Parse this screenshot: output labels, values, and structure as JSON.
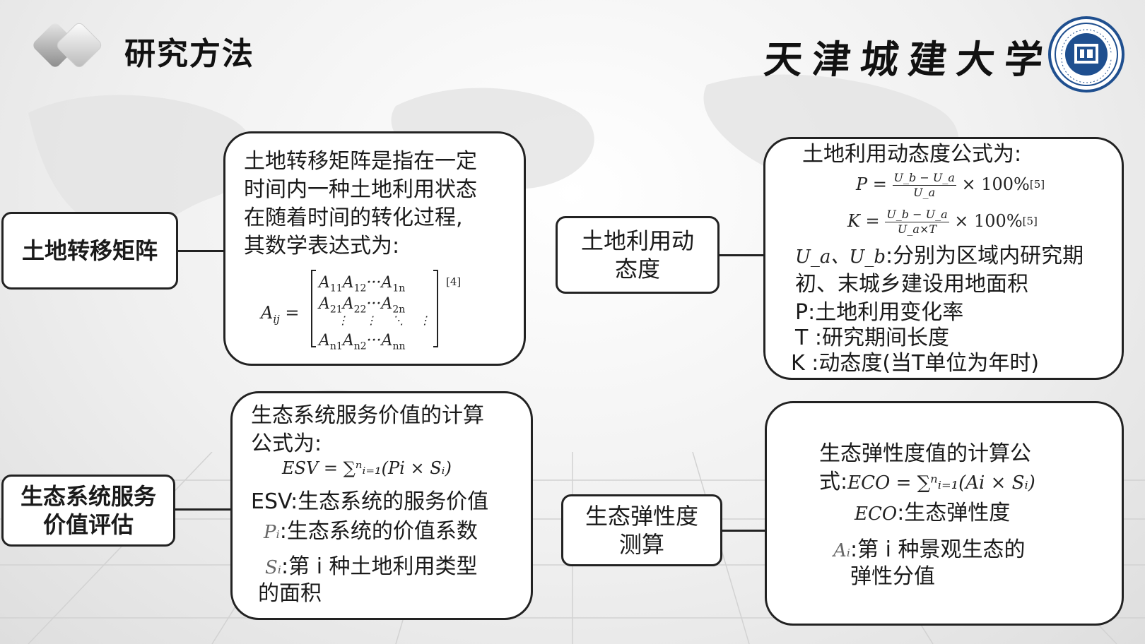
{
  "header": {
    "title": "研究方法",
    "university": "天津城建大学"
  },
  "sections": {
    "matrix": {
      "label": "土地转移矩阵",
      "lines": [
        "土地转移矩阵是指在一定",
        "时间内一种土地利用状态",
        "在随着时间的转化过程,",
        "其数学表达式为:"
      ],
      "formula_lhs": "A",
      "formula_lhs_sub": "ij",
      "formula_ref": "[4]",
      "matrix_rows": [
        [
          "A",
          "11",
          "A",
          "12",
          "···",
          "A",
          "1n"
        ],
        [
          "A",
          "21",
          "A",
          "22",
          "···",
          "A",
          "2n"
        ],
        [
          "A",
          "n1",
          "A",
          "n2",
          "···",
          "A",
          "nn"
        ]
      ]
    },
    "dynamic": {
      "label": "土地利用动态度",
      "label_lines": [
        "土地利用动",
        "态度"
      ],
      "intro": "土地利用动态度公式为:",
      "formula_p_lhs": "P =",
      "formula_p_num": "U_b − U_a",
      "formula_p_den": "U_a",
      "formula_p_tail": "× 100%",
      "formula_p_ref": "[5]",
      "formula_k_lhs": "K =",
      "formula_k_num": "U_b − U_a",
      "formula_k_den": "U_a×T",
      "formula_k_tail": "× 100%",
      "formula_k_ref": "[5]",
      "def_u_sym": "U_a、U_b",
      "def_u_text": ":分别为区域内研究期",
      "def_u_text2": "初、末城乡建设用地面积",
      "def_p": "P:土地利用变化率",
      "def_t": "T :研究期间长度",
      "def_k": "K :动态度(当T单位为年时)"
    },
    "esv": {
      "label_lines": [
        "生态系统服务",
        "价值评估"
      ],
      "intro_lines": [
        "生态系统服务价值的计算",
        "公式为:"
      ],
      "formula": "ESV = ∑ⁿᵢ₌₁(Pi × Sᵢ)",
      "def_esv": "ESV:生态系统的服务价值",
      "def_pi_sym": "Pᵢ",
      "def_pi_text": ":生态系统的价值系数",
      "def_si_sym": "Sᵢ",
      "def_si_text": ":第 i 种土地利用类型",
      "def_si_text2": "的面积"
    },
    "eco": {
      "label_lines": [
        "生态弹性度",
        "测算"
      ],
      "intro_line1": "生态弹性度值的计算公",
      "intro_line2": "式:",
      "formula": "ECO = ∑ⁿᵢ₌₁(Ai × Sᵢ)",
      "def_eco_sym": "ECO",
      "def_eco_text": ":生态弹性度",
      "def_ai_sym": "Aᵢ",
      "def_ai_text": ":第 i 种景观生态的",
      "def_ai_text2": "弹性分值"
    }
  },
  "colors": {
    "border": "#222222",
    "background": "#f0f0f0",
    "logo_blue": "#1f4f8f"
  }
}
